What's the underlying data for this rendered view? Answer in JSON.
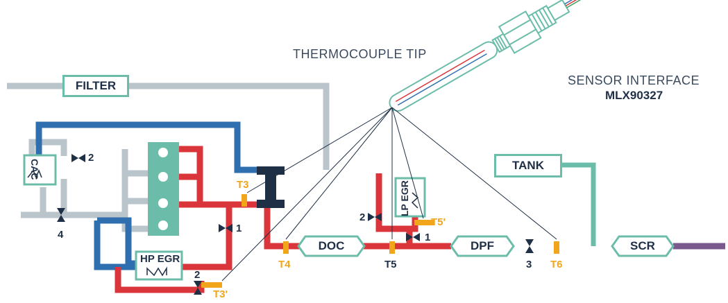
{
  "labels": {
    "thermocouple_tip": "THERMOCOUPLE TIP",
    "sensor_interface": "SENSOR INTERFACE",
    "sensor_model": "MLX90327",
    "filter": "FILTER",
    "tank": "TANK",
    "cac": "CAC",
    "hp_egr": "HP EGR",
    "lp_egr": "LP EGR",
    "doc": "DOC",
    "dpf": "DPF",
    "scr": "SCR"
  },
  "temperature_points": {
    "t3": "T3",
    "t3_prime": "T3'",
    "t4": "T4",
    "t5": "T5",
    "t5_prime": "T5'",
    "t6": "T6"
  },
  "valves": {
    "v1_a": "1",
    "v1_b": "1",
    "v2_a": "2",
    "v2_b": "2",
    "v2_c": "2",
    "v3": "3",
    "v4": "4"
  },
  "colors": {
    "grey_pipe": "#b9c5cb",
    "blue_pipe": "#2f6fb0",
    "red_pipe": "#d9353a",
    "purple_pipe": "#7a5a8c",
    "teal": "#6cbcaa",
    "orange_sensor": "#f0a51a",
    "dark": "#1f2f46"
  }
}
